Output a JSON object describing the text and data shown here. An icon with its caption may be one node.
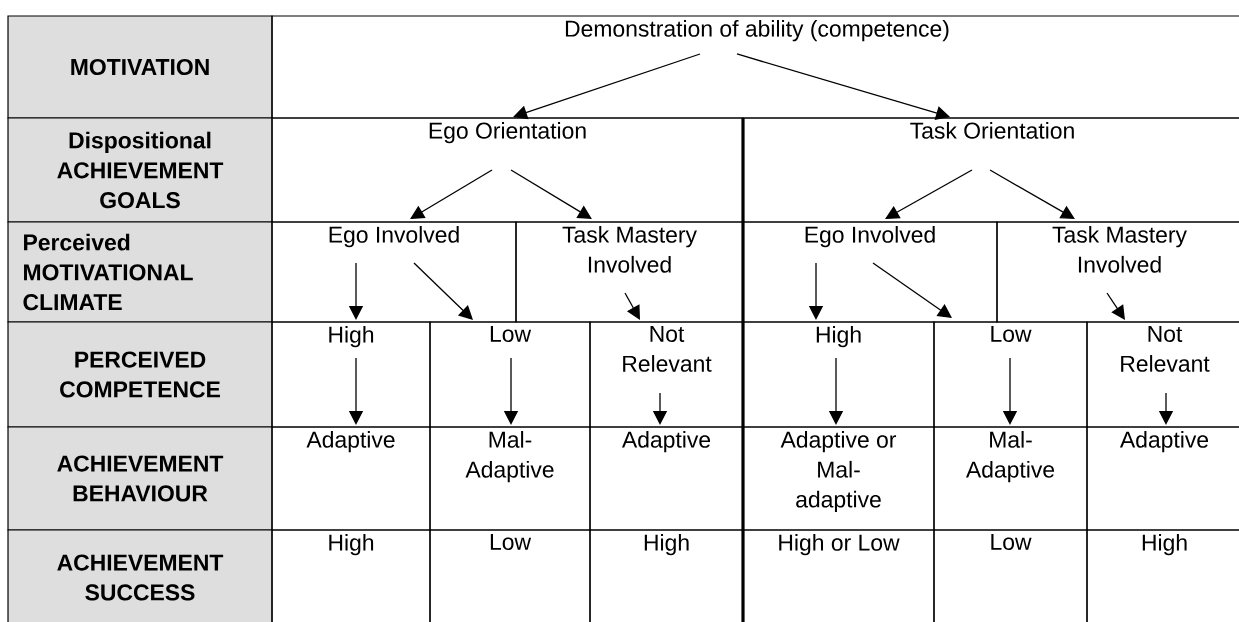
{
  "diagram": {
    "nodes": [
      {
        "text": [
          "MOTIVATION"
        ]
      },
      {
        "text": [
          "Demonstration of ability (competence)"
        ]
      },
      {
        "text": [
          "Dispositional ACHIEVEMENT GOALS"
        ]
      },
      {
        "text": [
          "Ego Orientation"
        ]
      },
      {
        "text": [
          "Task Orientation"
        ]
      },
      {
        "text": [
          "Perceived MOTIVATIONAL CLIMATE"
        ]
      },
      {
        "text": [
          "Ego Involved"
        ]
      },
      {
        "text": [
          "Task Mastery Involved"
        ]
      },
      {
        "text": [
          "Ego Involved"
        ]
      },
      {
        "text": [
          "Task Mastery Involved"
        ]
      },
      {
        "text": [
          "PERCEIVED COMPETENCE"
        ]
      },
      {
        "text": [
          "High"
        ]
      },
      {
        "text": [
          "Low"
        ]
      },
      {
        "text": [
          "Not Relevant"
        ]
      },
      {
        "text": [
          "High"
        ]
      },
      {
        "text": [
          "Low"
        ]
      },
      {
        "text": [
          "Not Relevant"
        ]
      },
      {
        "text": [
          "ACHIEVEMENT BEHAVIOUR"
        ]
      },
      {
        "text": [
          "Adaptive"
        ]
      },
      {
        "text": [
          "Mal- Adaptive"
        ]
      },
      {
        "text": [
          "Adaptive"
        ]
      },
      {
        "text": [
          "Adaptive or Mal- adaptive"
        ]
      },
      {
        "text": [
          "Mal- Adaptive"
        ]
      },
      {
        "text": [
          "Adaptive"
        ]
      },
      {
        "text": [
          "ACHIEVEMENT SUCCESS"
        ]
      },
      {
        "text": [
          "High"
        ]
      },
      {
        "text": [
          "Low"
        ]
      },
      {
        "text": [
          "High"
        ]
      },
      {
        "text": [
          "High or Low"
        ]
      },
      {
        "text": [
          "Low"
        ]
      },
      {
        "text": [
          "High"
        ]
      }
    ],
    "edges": [
      {
        "from": 1,
        "to": 3,
        "arrow": "to"
      },
      {
        "from": 1,
        "to": 4,
        "arrow": "to"
      },
      {
        "from": 3,
        "to": 6,
        "arrow": "to"
      },
      {
        "from": 3,
        "to": 7,
        "arrow": "to"
      },
      {
        "from": 4,
        "to": 8,
        "arrow": "to"
      },
      {
        "from": 4,
        "to": 9,
        "arrow": "to"
      },
      {
        "from": 6,
        "to": 11,
        "arrow": "to"
      },
      {
        "from": 6,
        "to": 12,
        "arrow": "to"
      },
      {
        "from": 7,
        "to": 13,
        "arrow": "to"
      },
      {
        "from": 8,
        "to": 14,
        "arrow": "to"
      },
      {
        "from": 8,
        "to": 15,
        "arrow": "to"
      },
      {
        "from": 9,
        "to": 16,
        "arrow": "to"
      },
      {
        "from": 11,
        "to": 18,
        "arrow": "to"
      },
      {
        "from": 12,
        "to": 19,
        "arrow": "to"
      },
      {
        "from": 13,
        "to": 20,
        "arrow": "to"
      },
      {
        "from": 14,
        "to": 21,
        "arrow": "to"
      },
      {
        "from": 15,
        "to": 22,
        "arrow": "to"
      },
      {
        "from": 16,
        "to": 23,
        "arrow": "to"
      }
    ]
  }
}
